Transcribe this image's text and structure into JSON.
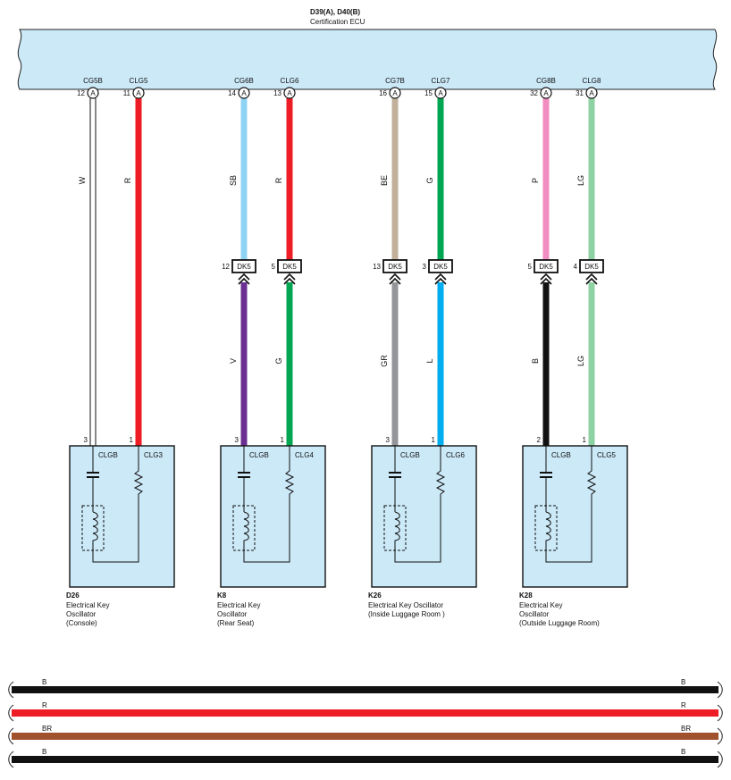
{
  "ecu": {
    "title_a": "D39(A), D40(B)",
    "title_b": "Certification ECU",
    "fill": "#cce9f8"
  },
  "connector_letter": "A",
  "joint_label": "DK5",
  "circuits": [
    {
      "ecu_pins": [
        {
          "pin": "12",
          "name": "CG5B",
          "wire": "W",
          "color": "#ffffff"
        },
        {
          "pin": "11",
          "name": "CLG5",
          "wire": "R",
          "color": "#ee1c25"
        }
      ],
      "joints": null,
      "lower": [
        {
          "wire": "W",
          "color": "#ffffff"
        },
        {
          "wire": "R",
          "color": "#ee1c25"
        }
      ],
      "osc_pins": [
        "3",
        "1"
      ],
      "term_labels": [
        "CLGB",
        "CLG3"
      ],
      "code": "D26",
      "lines": [
        "Electrical Key",
        "Oscillator",
        "(Console)"
      ]
    },
    {
      "ecu_pins": [
        {
          "pin": "14",
          "name": "CG6B",
          "wire": "SB",
          "color": "#8fd3f4"
        },
        {
          "pin": "13",
          "name": "CLG6",
          "wire": "R",
          "color": "#ee1c25"
        }
      ],
      "joints": [
        "12",
        "5"
      ],
      "lower": [
        {
          "wire": "V",
          "color": "#6a2e91"
        },
        {
          "wire": "G",
          "color": "#00a651"
        }
      ],
      "osc_pins": [
        "3",
        "1"
      ],
      "term_labels": [
        "CLGB",
        "CLG4"
      ],
      "code": "K8",
      "lines": [
        "Electrical Key",
        "Oscillator",
        "(Rear Seat)"
      ]
    },
    {
      "ecu_pins": [
        {
          "pin": "16",
          "name": "CG7B",
          "wire": "BE",
          "color": "#c2b09a"
        },
        {
          "pin": "15",
          "name": "CLG7",
          "wire": "G",
          "color": "#00a651"
        }
      ],
      "joints": [
        "13",
        "3"
      ],
      "lower": [
        {
          "wire": "GR",
          "color": "#939598"
        },
        {
          "wire": "L",
          "color": "#00aeef"
        }
      ],
      "osc_pins": [
        "3",
        "1"
      ],
      "term_labels": [
        "CLGB",
        "CLG6"
      ],
      "code": "K26",
      "lines": [
        "Electrical Key Oscillator",
        "(Inside Luggage Room )"
      ]
    },
    {
      "ecu_pins": [
        {
          "pin": "32",
          "name": "CG8B",
          "wire": "P",
          "color": "#f08cc0"
        },
        {
          "pin": "31",
          "name": "CLG8",
          "wire": "LG",
          "color": "#8ed2a4"
        }
      ],
      "joints": [
        "5",
        "4"
      ],
      "lower": [
        {
          "wire": "B",
          "color": "#111111"
        },
        {
          "wire": "LG",
          "color": "#8ed2a4"
        }
      ],
      "osc_pins": [
        "2",
        "1"
      ],
      "term_labels": [
        "CLGB",
        "CLG5"
      ],
      "code": "K28",
      "lines": [
        "Electrical Key",
        "Oscillator",
        "(Outside Luggage Room)"
      ]
    }
  ],
  "legend": [
    {
      "code": "B",
      "color": "#111111"
    },
    {
      "code": "R",
      "color": "#ee1c25"
    },
    {
      "code": "BR",
      "color": "#a0522d"
    },
    {
      "code": "B",
      "color": "#111111"
    }
  ]
}
